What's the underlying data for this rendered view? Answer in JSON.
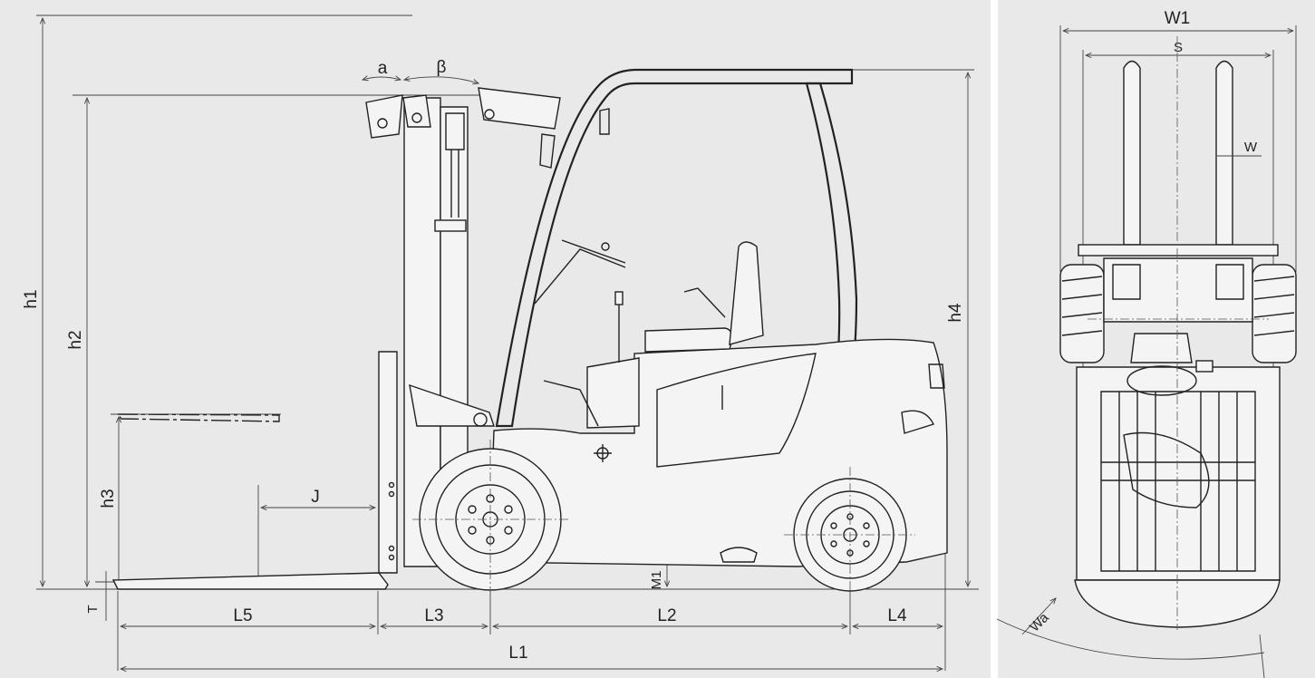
{
  "side_view": {
    "labels": {
      "h1": "h1",
      "h2": "h2",
      "h3": "h3",
      "h4": "h4",
      "a": "a",
      "beta": "β",
      "J": "J",
      "T": "T",
      "M1": "M1",
      "L1": "L1",
      "L2": "L2",
      "L3": "L3",
      "L4": "L4",
      "L5": "L5"
    }
  },
  "front_view": {
    "labels": {
      "W1": "W1",
      "S": "S",
      "W": "W",
      "Wa": "Wa"
    }
  }
}
